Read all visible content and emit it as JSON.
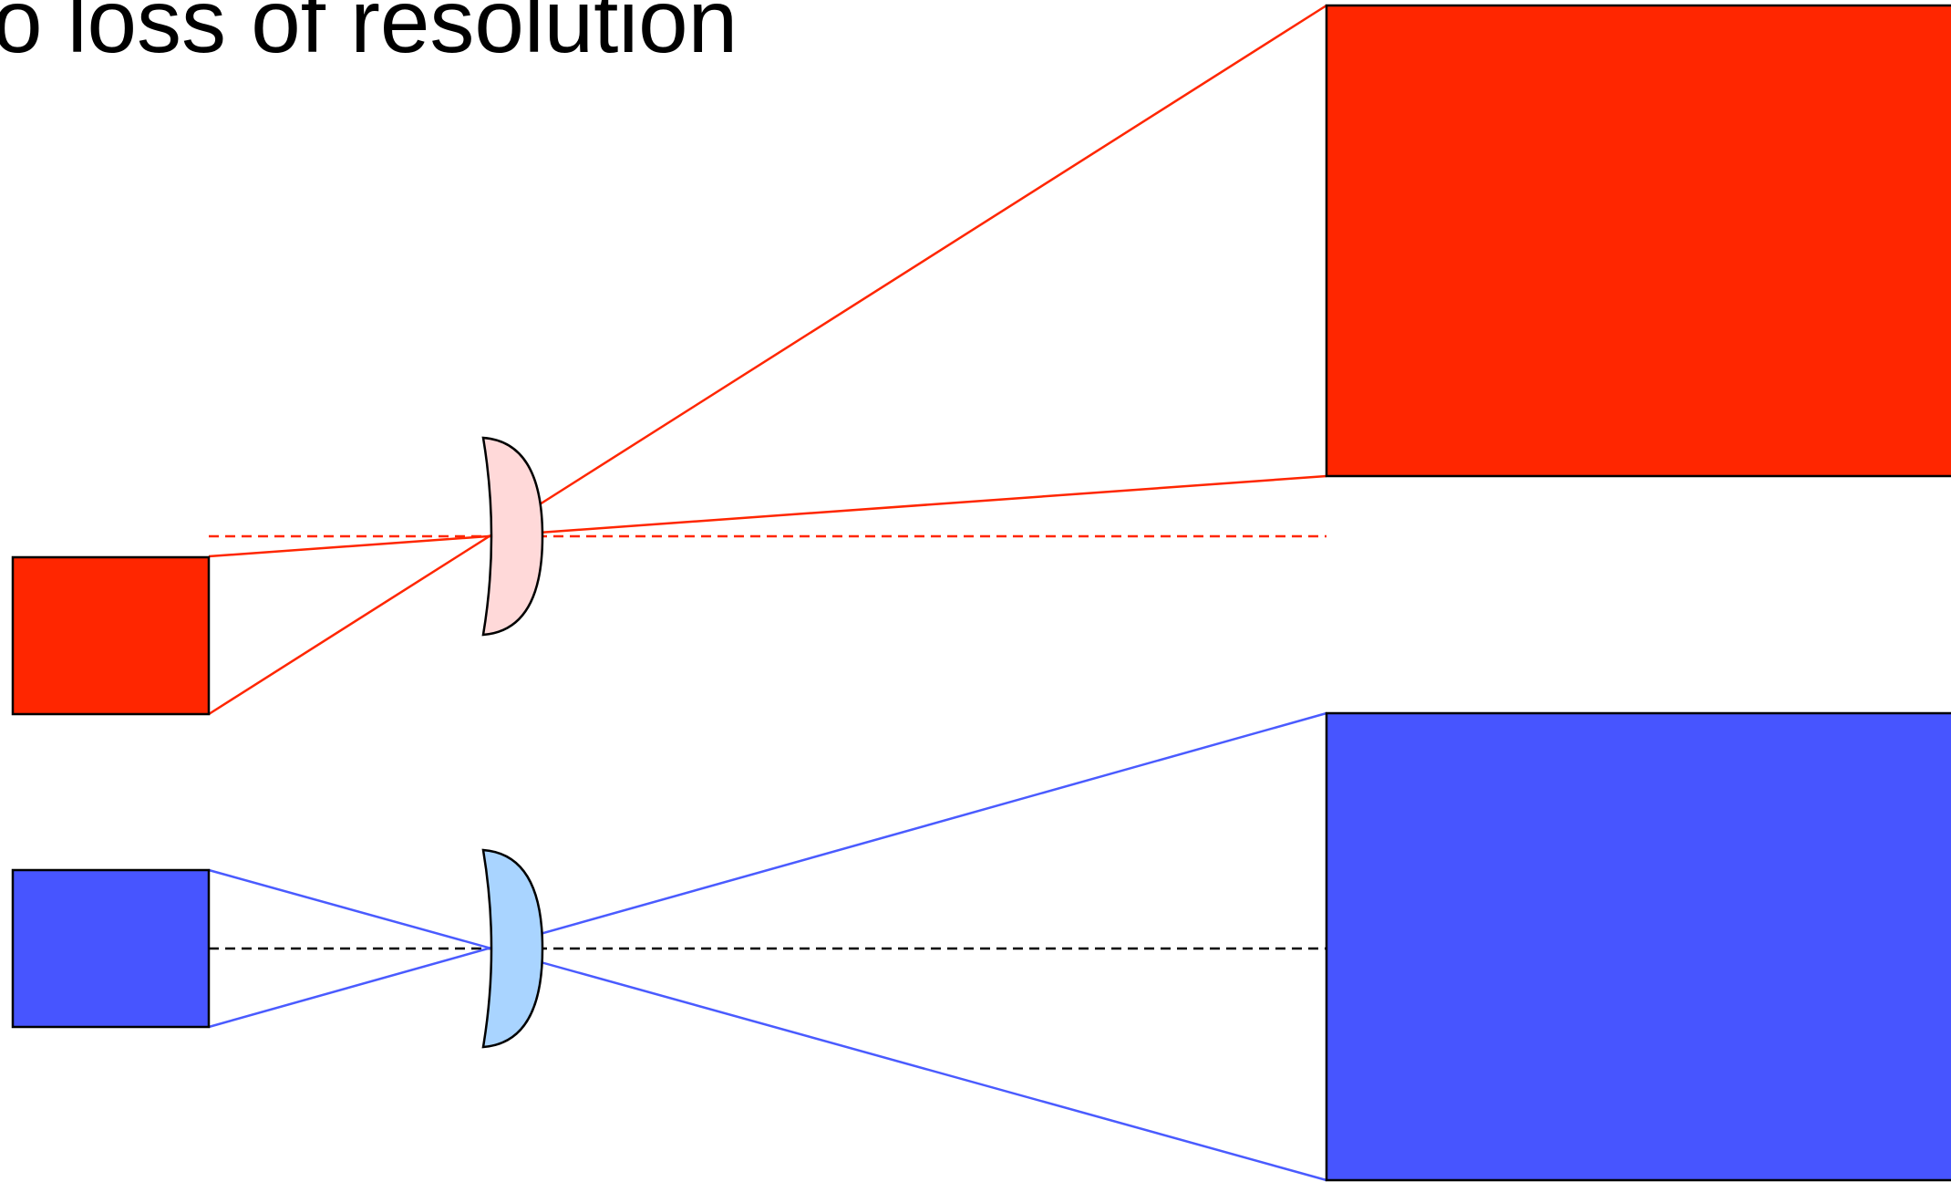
{
  "title": "o loss of resolution",
  "colors": {
    "red_object": "#ff2600",
    "red_ray": "#ff2600",
    "red_lens_fill": "#ffd9d9",
    "blue_object": "#4755ff",
    "blue_ray": "#4a5bff",
    "blue_lens_fill": "#a9d4ff",
    "outline": "#000000",
    "red_axis": "#ff2600",
    "blue_axis": "#000000"
  },
  "systems": [
    {
      "id": "red-system",
      "object_color_key": "red_object",
      "lens_color_key": "red_lens_fill",
      "ray_color_key": "red_ray",
      "axis_color_key": "red_axis",
      "ray_pattern": "off-axis"
    },
    {
      "id": "blue-system",
      "object_color_key": "blue_object",
      "lens_color_key": "blue_lens_fill",
      "ray_color_key": "blue_ray",
      "axis_color_key": "blue_axis",
      "ray_pattern": "on-axis"
    }
  ]
}
